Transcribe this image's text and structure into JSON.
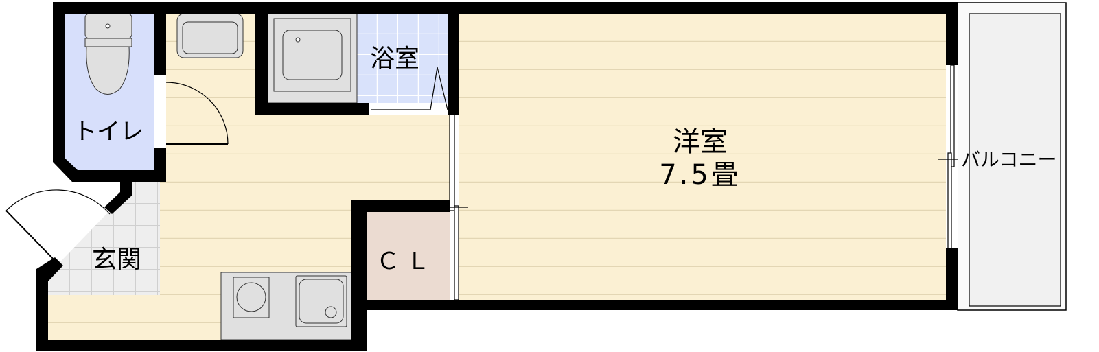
{
  "rooms": {
    "bathroom": "浴室",
    "toilet": "トイレ",
    "entrance": "玄関",
    "closet": "ＣＬ",
    "western_room": "洋室",
    "western_room_size": "7.5畳",
    "balcony": "バルコニー"
  },
  "colors": {
    "wall": "#000000",
    "floor_wood": "#fbf0d3",
    "floor_line": "#e3d6b4",
    "toilet": "#d7dffb",
    "bath_tile": "#d9e2fb",
    "entrance_tile": "#eeeeee",
    "closet": "#ebdbd1",
    "balcony": "#f1f1f1",
    "fixture": "#e0e0e0"
  }
}
